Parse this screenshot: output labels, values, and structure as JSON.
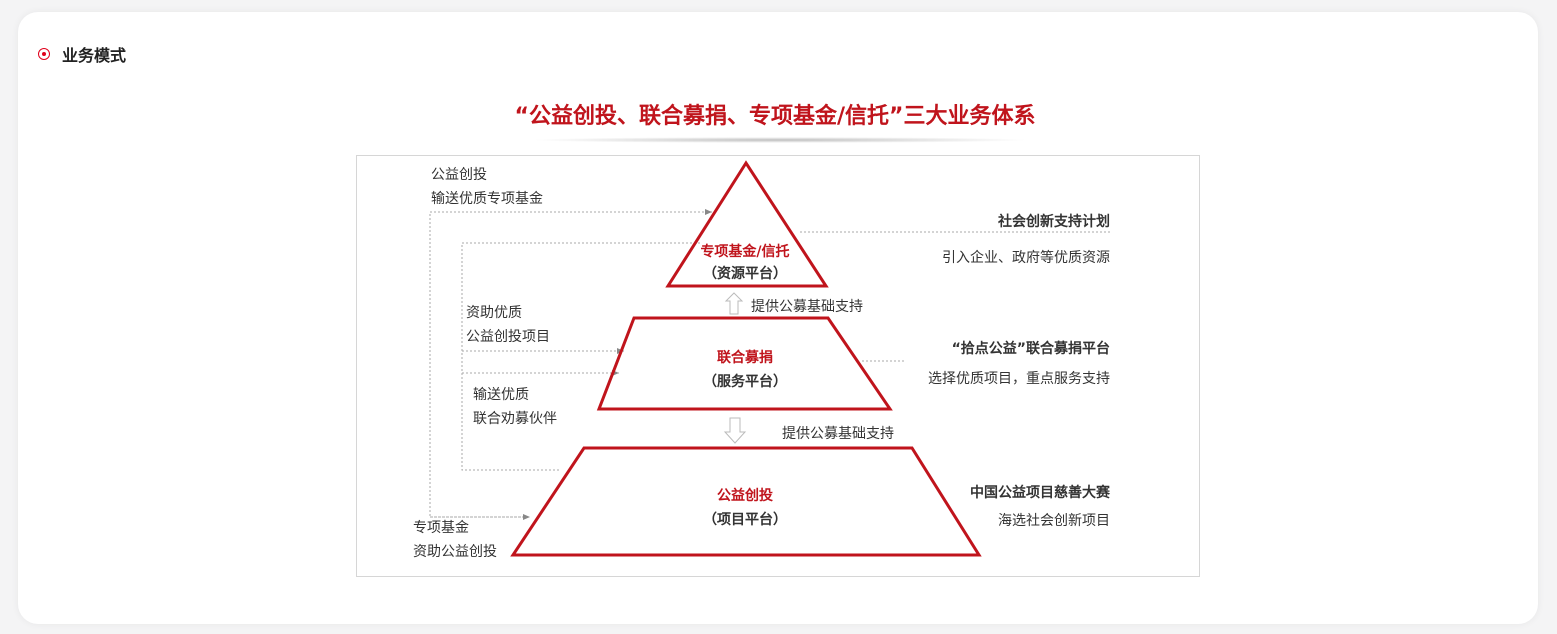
{
  "section": {
    "title": "业务模式"
  },
  "diagram": {
    "title": "“公益创投、联合募捐、专项基金/信托”三大业务体系",
    "levels": [
      {
        "name": "专项基金/信托",
        "sub": "（资源平台）"
      },
      {
        "name": "联合募捐",
        "sub": "（服务平台）"
      },
      {
        "name": "公益创投",
        "sub": "（项目平台）"
      }
    ],
    "support": [
      "提供公募基础支持",
      "提供公募基础支持"
    ],
    "left": {
      "top": [
        "公益创投",
        "输送优质专项基金"
      ],
      "mid1": [
        "资助优质",
        "公益创投项目"
      ],
      "mid2": [
        "输送优质",
        "联合劝募伙伴"
      ],
      "bottom": [
        "专项基金",
        "资助公益创投"
      ]
    },
    "right": [
      {
        "title": "社会创新支持计划",
        "desc": "引入企业、政府等优质资源"
      },
      {
        "title": "“拾点公益”联合募捐平台",
        "desc": "选择优质项目，重点服务支持"
      },
      {
        "title": "中国公益项目慈善大赛",
        "desc": "海选社会创新项目"
      }
    ],
    "colors": {
      "accent": "#c0141c",
      "line": "#999999"
    }
  }
}
